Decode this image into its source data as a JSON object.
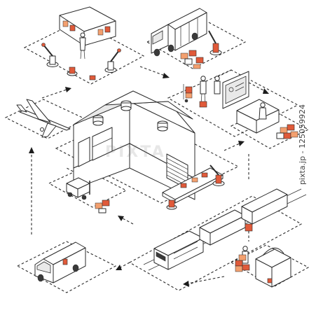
{
  "watermark": "PIXTA",
  "side_text": "pixta.jp - 125059924",
  "colors": {
    "line": "#2b2b2b",
    "accent": "#e05a3a",
    "accent_light": "#f3a06f",
    "background": "#ffffff"
  },
  "nodes": [
    {
      "id": "factory-robots",
      "icon": "robot-arm-icon"
    },
    {
      "id": "truck-loading",
      "icon": "truck-icon"
    },
    {
      "id": "airplane",
      "icon": "airplane-icon"
    },
    {
      "id": "office-monitor",
      "icon": "computer-icon"
    },
    {
      "id": "warehouse",
      "icon": "warehouse-icon"
    },
    {
      "id": "forklift",
      "icon": "forklift-icon"
    },
    {
      "id": "conveyor",
      "icon": "conveyor-icon"
    },
    {
      "id": "train",
      "icon": "train-icon"
    },
    {
      "id": "van",
      "icon": "van-icon"
    },
    {
      "id": "operator",
      "icon": "worker-icon"
    }
  ]
}
